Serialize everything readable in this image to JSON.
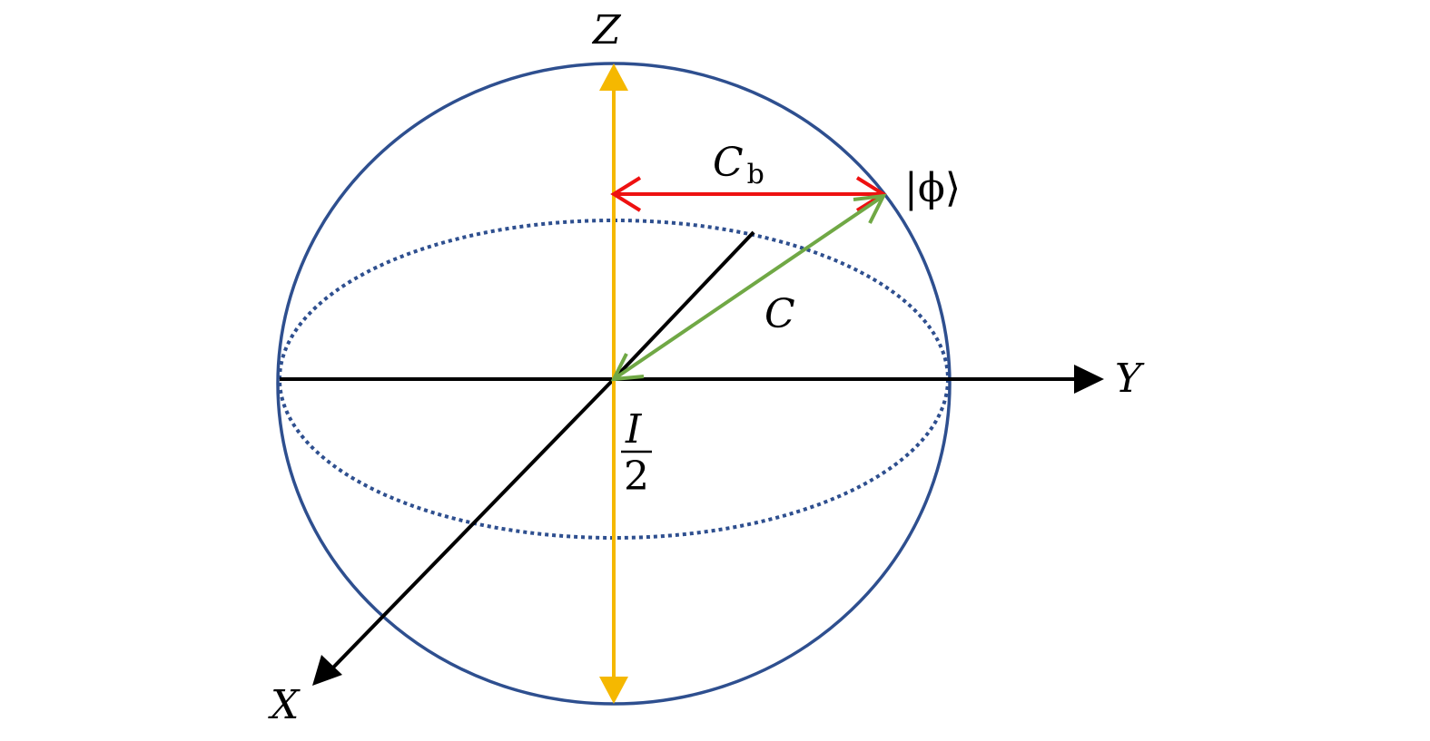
{
  "labels": {
    "z_axis": "Z",
    "y_axis": "Y",
    "x_axis": "X",
    "state": "|ϕ⟩",
    "cb_main": "C",
    "cb_sub": "b",
    "c": "C",
    "identity_num": "I",
    "identity_den": "2"
  },
  "colors": {
    "sphere": "#2e4f8f",
    "equator": "#2e4f8f",
    "axes": "#000000",
    "z_arrow": "#f5b800",
    "cb_arrow": "#ee1111",
    "c_arrow": "#70a845"
  }
}
